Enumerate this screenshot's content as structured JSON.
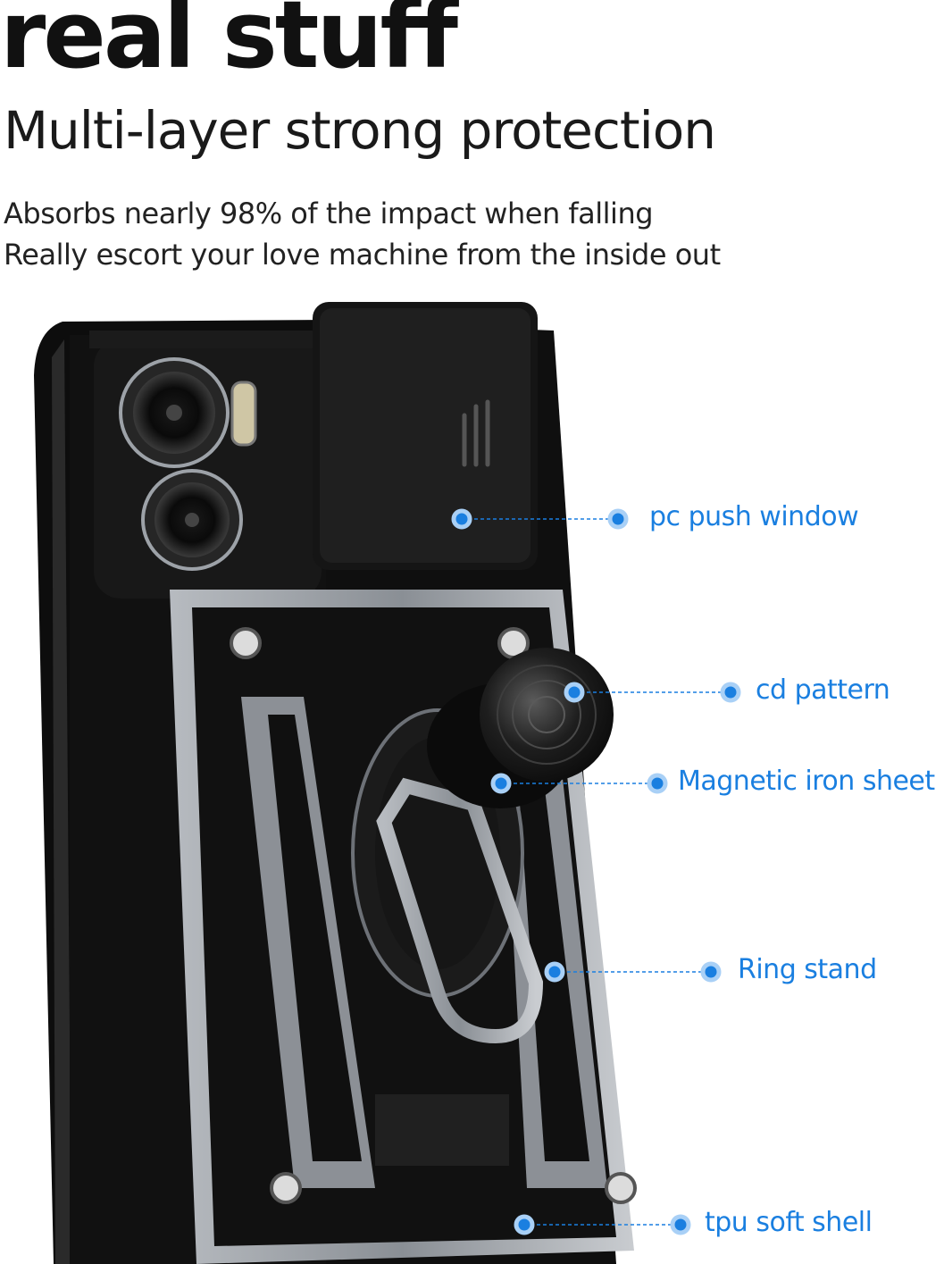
{
  "headline": "real stuff",
  "subheadline": "Multi-layer strong protection",
  "description": [
    "Absorbs nearly 98% of the impact when falling",
    "Really escort your love machine from the inside out"
  ],
  "colors": {
    "accent": "#1a7fe0",
    "text": "#111111",
    "case_body": "#0c0c0c",
    "case_silver": "#8f949a"
  },
  "callouts": [
    {
      "id": "pc-push-window",
      "label": "pc push window"
    },
    {
      "id": "cd-pattern",
      "label": "cd pattern"
    },
    {
      "id": "magnetic-iron-sheet",
      "label": "Magnetic iron sheet"
    },
    {
      "id": "ring-stand",
      "label": "Ring stand"
    },
    {
      "id": "tpu-soft-shell",
      "label": "tpu soft shell"
    }
  ]
}
